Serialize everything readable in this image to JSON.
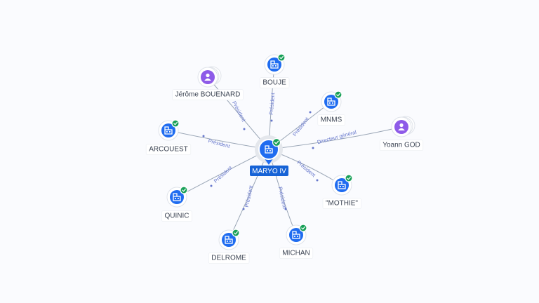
{
  "colors": {
    "company": "#1f6cf0",
    "person": "#8e5be8",
    "check": "#18a058",
    "edge": "#9aa6b6",
    "edge_label": "#6677cc",
    "center_label_bg": "#1763d6"
  },
  "center": {
    "id": "maryo",
    "label": "MARYO IV",
    "type": "company",
    "verified": true,
    "icon": "building-icon"
  },
  "nodes": [
    {
      "id": "bouje",
      "label": "BOUJE",
      "type": "company",
      "verified": true,
      "icon": "building-icon"
    },
    {
      "id": "jerome",
      "label": "Jérôme BOUENARD",
      "type": "person",
      "verified": false,
      "icon": "person-icon"
    },
    {
      "id": "mnms",
      "label": "MNMS",
      "type": "company",
      "verified": true,
      "icon": "building-icon"
    },
    {
      "id": "yoann",
      "label": "Yoann GOD",
      "type": "person",
      "verified": false,
      "icon": "person-icon"
    },
    {
      "id": "arcouest",
      "label": "ARCOUEST",
      "type": "company",
      "verified": true,
      "icon": "building-icon"
    },
    {
      "id": "mothie",
      "label": "\"MOTHIE\"",
      "type": "company",
      "verified": true,
      "icon": "building-icon"
    },
    {
      "id": "quinic",
      "label": "QUINIC",
      "type": "company",
      "verified": true,
      "icon": "building-icon"
    },
    {
      "id": "delrome",
      "label": "DELROME",
      "type": "company",
      "verified": true,
      "icon": "building-icon"
    },
    {
      "id": "michan",
      "label": "MICHAN",
      "type": "company",
      "verified": true,
      "icon": "building-icon"
    }
  ],
  "edges": [
    {
      "target": "bouje",
      "label": "Président"
    },
    {
      "target": "jerome",
      "label": "Président"
    },
    {
      "target": "mnms",
      "label": "Président"
    },
    {
      "target": "yoann",
      "label": "Directeur général"
    },
    {
      "target": "arcouest",
      "label": "Président"
    },
    {
      "target": "mothie",
      "label": "Président"
    },
    {
      "target": "quinic",
      "label": "Président"
    },
    {
      "target": "delrome",
      "label": "Président"
    },
    {
      "target": "michan",
      "label": "Président"
    }
  ]
}
